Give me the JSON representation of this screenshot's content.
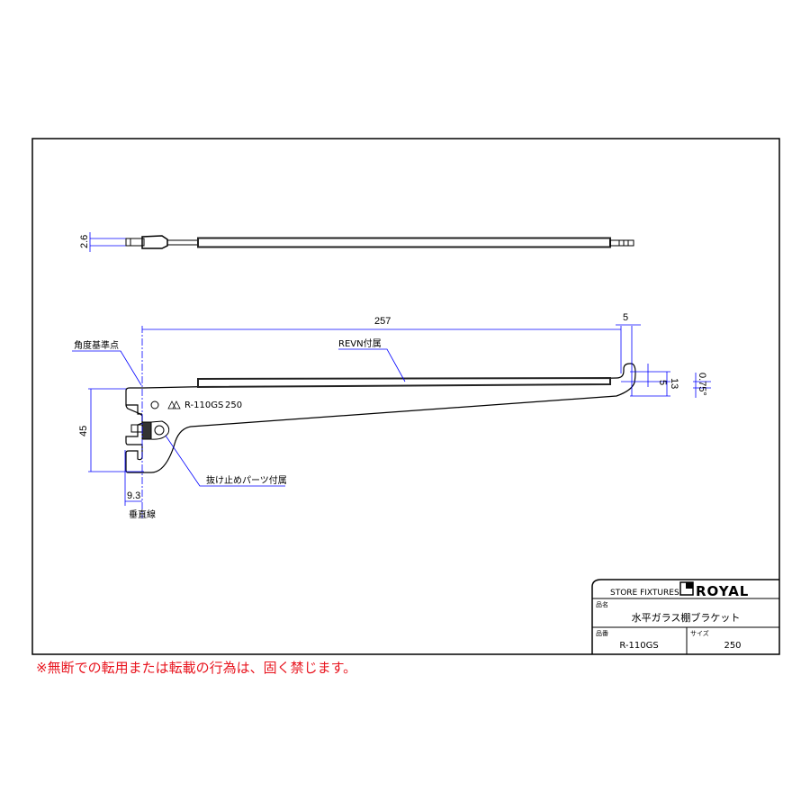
{
  "drawing": {
    "top_view": {
      "dimension_thickness": "2.6"
    },
    "side_view": {
      "dimension_length": "257",
      "dimension_hook_width": "5",
      "dimension_hook_height": "5",
      "dimension_depth": "13",
      "dimension_angle": "0.75°",
      "dimension_height": "45",
      "dimension_offset": "9.3",
      "stamp_text": "R-110GS",
      "stamp_size": "250",
      "label_angle_reference": "角度基準点",
      "label_revn": "REVN付属",
      "label_stopper": "抜け止めパーツ付属",
      "label_vertical_line": "垂直線"
    }
  },
  "title_block": {
    "company": "STORE FIXTURES",
    "brand": "ROYAL",
    "name_label": "品名",
    "name_value": "水平ガラス棚ブラケット",
    "code_label": "品番",
    "code_value": "R-110GS",
    "size_label": "サイズ",
    "size_value": "250"
  },
  "notice": "※無断での転用または転載の行為は、固く禁じます。",
  "colors": {
    "dimension": "#0000ff",
    "notice": "#e8141e"
  }
}
